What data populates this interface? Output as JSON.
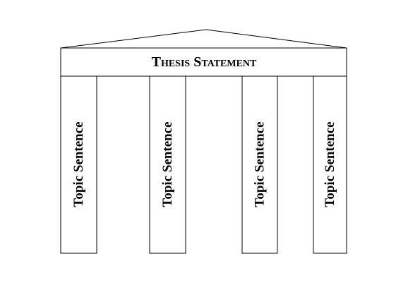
{
  "roof": {
    "label": "Thesis Statement"
  },
  "pillars": [
    {
      "label": "Topic Sentence"
    },
    {
      "label": "Topic Sentence"
    },
    {
      "label": "Topic Sentence"
    },
    {
      "label": "Topic Sentence"
    }
  ],
  "colors": {
    "stroke": "#000000",
    "fill": "#ffffff",
    "text": "#000000"
  }
}
